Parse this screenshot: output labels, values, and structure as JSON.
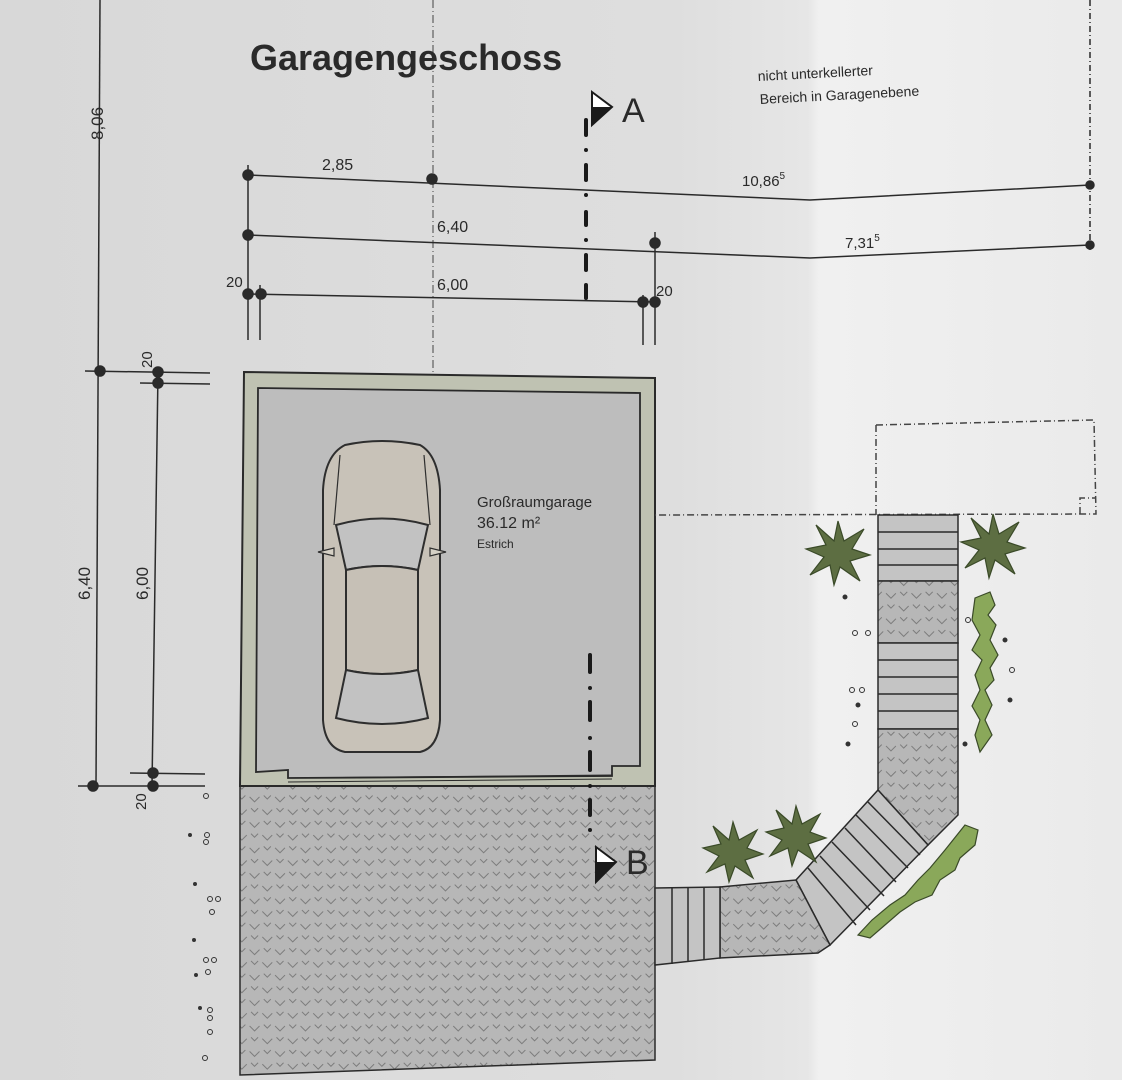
{
  "title": "Garagengeschoss",
  "note": {
    "line1": "nicht unterkellerter",
    "line2": "Bereich in Garagenebene"
  },
  "room": {
    "name": "Großraumgarage",
    "area": "36.12 m²",
    "floor": "Estrich"
  },
  "sections": {
    "a": "A",
    "b": "B"
  },
  "dimensions": {
    "top": {
      "row1_left": "2,85",
      "row1_right_main": "10,86",
      "row1_right_sup": "5",
      "row2_mid": "6,40",
      "row2_right_main": "7,31",
      "row2_right_sup": "5",
      "row3_mid": "6,00",
      "row3_left_small": "20",
      "row3_right_small": "20"
    },
    "left": {
      "outer_total": "8,06",
      "outer_garage": "6,40",
      "inner_garage": "6,00",
      "top_small": "20",
      "bottom_small": "20"
    }
  },
  "colors": {
    "paper": "#dedede",
    "line": "#2a2a2a",
    "wall_fill": "#bfc2b2",
    "garage_floor": "#bdbdbd",
    "paving": "#b5b5b5",
    "plant_green": "#7d9a52",
    "plant_dark": "#4a5a35"
  }
}
